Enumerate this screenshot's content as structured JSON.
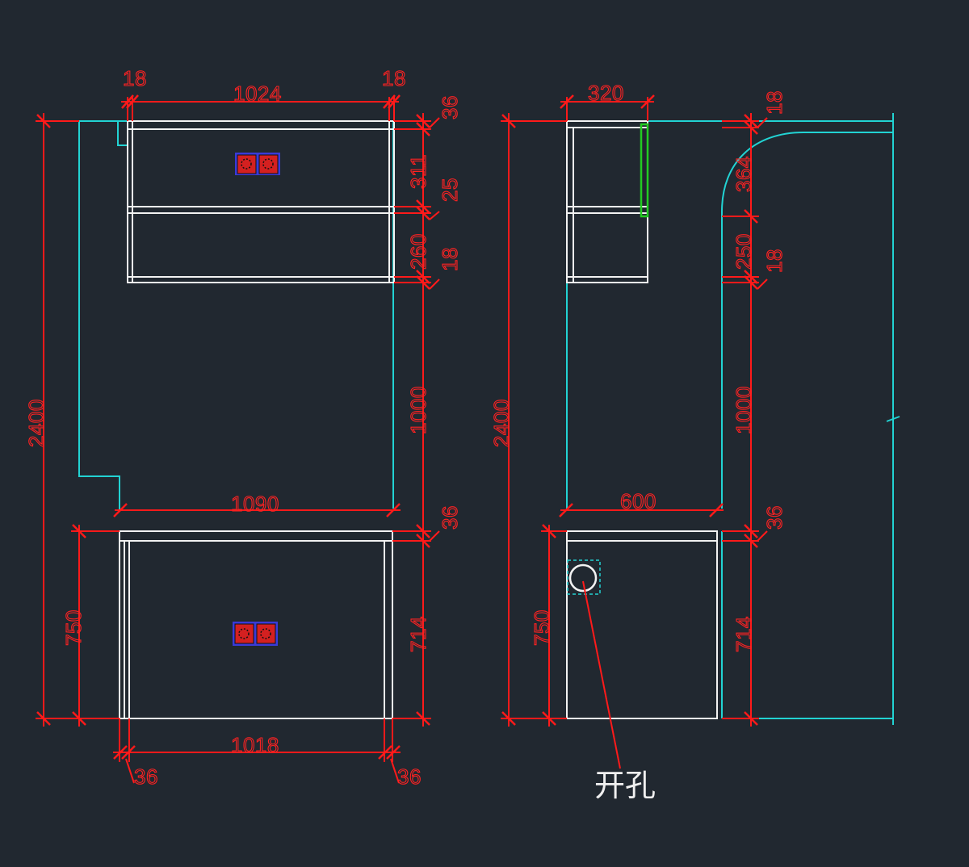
{
  "front_view": {
    "dims": {
      "left_panel_top": "18",
      "upper_width": "1024",
      "right_panel_top": "18",
      "upper_top_board": "36",
      "upper_compartment": "311",
      "upper_shelf": "25",
      "lower_compartment": "260",
      "upper_bottom_board": "18",
      "total_height": "2400",
      "middle_gap": "1000",
      "counter_width": "1090",
      "counter_top": "36",
      "base_height": "750",
      "base_body": "714",
      "base_inner_width": "1018",
      "base_left_side": "36",
      "base_right_side": "36"
    }
  },
  "side_view": {
    "dims": {
      "upper_depth": "320",
      "top_board": "18",
      "curve_height": "364",
      "shelf_gap": "250",
      "bottom_board": "18",
      "total_height": "2400",
      "middle_gap": "1000",
      "base_depth": "600",
      "counter_top": "36",
      "base_height": "750",
      "base_body": "714"
    },
    "note": "开孔"
  },
  "colors": {
    "background": "#212830",
    "dimension": "#ff1a1a",
    "outline": "#22d3d3",
    "board": "#f2f2f2",
    "door_edge": "#22cc22",
    "socket_frame": "#3a3ad8",
    "socket_face": "#d42020"
  }
}
